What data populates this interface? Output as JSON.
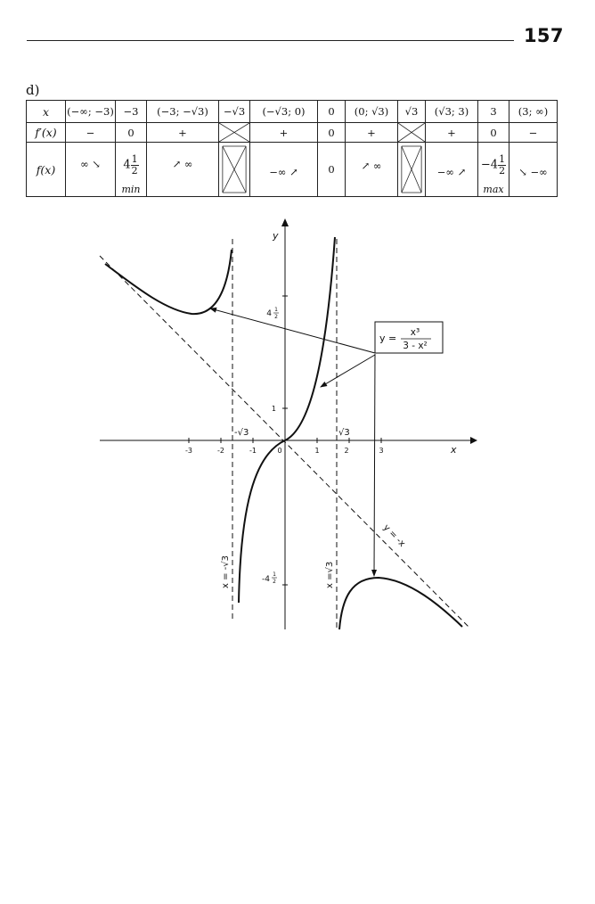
{
  "page": {
    "number": "157",
    "section": "d)"
  },
  "table": {
    "row_x": {
      "header": "x",
      "cells": [
        "(−∞; −3)",
        "−3",
        "(−3; −√3)",
        "−√3",
        "(−√3;  0)",
        "0",
        "(0; √3)",
        "√3",
        "(√3;  3)",
        "3",
        "(3;  ∞)"
      ]
    },
    "row_derivative": {
      "header": "f′(x)",
      "cells": [
        "−",
        "0",
        "+",
        "",
        "+",
        "0",
        "+",
        "",
        "+",
        "0",
        "−"
      ]
    },
    "row_function": {
      "header": "f(x)",
      "cells": [
        "∞ ↘",
        "",
        "↗ ∞",
        "",
        "−∞ ↗",
        "0",
        "↗ ∞",
        "",
        "−∞ ↗",
        "",
        "↘ −∞"
      ],
      "min_value": {
        "whole": "4",
        "num": "1",
        "den": "2",
        "note": "min"
      },
      "max_value": {
        "whole": "−4",
        "num": "1",
        "den": "2",
        "note": "max"
      }
    }
  },
  "graph": {
    "axis_x": "x",
    "axis_y": "y",
    "x_ticks": [
      "-3",
      "-2",
      "-1",
      "0",
      "1",
      "2",
      "3"
    ],
    "y_ticks": {
      "one": "1",
      "top_whole": "4",
      "bottom_whole": "-4",
      "num": "1",
      "den": "2"
    },
    "neg_root_label": "-√3",
    "pos_root_label": "√3",
    "asym_left_label": "x = -√3",
    "asym_right_label": "x =√3",
    "oblique_label": "y = -x",
    "formula": {
      "lhs": "y =",
      "num": "x³",
      "den": "3 - x²"
    }
  }
}
